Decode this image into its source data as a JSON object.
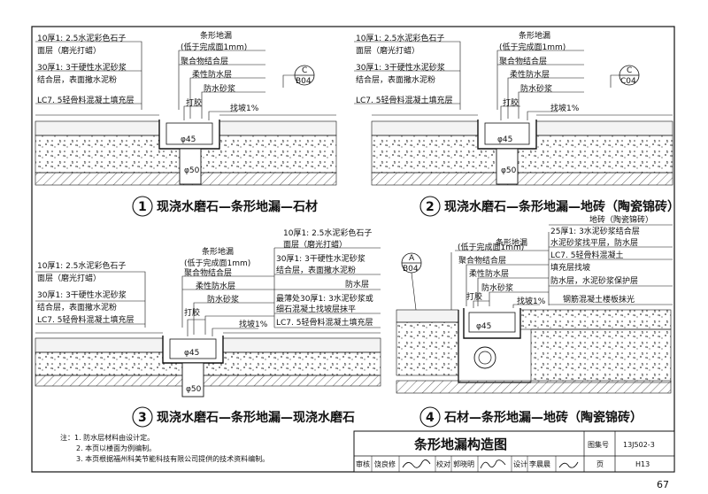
{
  "details": [
    {
      "number": "1",
      "title": "现浇水磨石—条形地漏—石材",
      "drain": {
        "name": "条形地漏",
        "note": "(低于完成面1mm)"
      },
      "left_layers": [
        "10厚1: 2.5水泥彩色石子",
        "面层（磨光打蜡）",
        "30厚1: 3干硬性水泥砂浆",
        "结合层，表面撒水泥粉",
        "LC7. 5轻骨料混凝土填充层"
      ],
      "right_layers": [
        "聚合物结合层",
        "柔性防水层",
        "防水砂浆"
      ],
      "glue": "打胶",
      "slope": "找坡1%",
      "ref": {
        "top": "C",
        "bottom": "B04"
      },
      "dim_top": "φ45",
      "dim_bottom": "φ50"
    },
    {
      "number": "2",
      "title": "现浇水磨石—条形地漏—地砖（陶瓷锦砖）",
      "drain": {
        "name": "条形地漏",
        "note": "(低于完成面1mm)"
      },
      "left_layers": [
        "10厚1: 2.5水泥彩色石子",
        "面层（磨光打蜡）",
        "30厚1: 3干硬性水泥砂浆",
        "结合层，表面撒水泥粉",
        "LC7. 5轻骨料混凝土填充层"
      ],
      "right_layers": [
        "聚合物结合层",
        "柔性防水层",
        "防水砂浆"
      ],
      "glue": "打胶",
      "slope": "找坡1%",
      "ref": {
        "top": "C",
        "bottom": "C04"
      },
      "dim_top": "φ45",
      "dim_bottom": "φ50"
    },
    {
      "number": "3",
      "title": "现浇水磨石—条形地漏—现浇水磨石",
      "drain": {
        "name": "条形地漏",
        "note": "(低于完成面1mm)"
      },
      "left_layers": [
        "10厚1: 2.5水泥彩色石子",
        "面层（磨光打蜡）",
        "30厚1: 3干硬性水泥砂浆",
        "结合层，表面撒水泥粉",
        "LC7. 5轻骨料混凝土填充层"
      ],
      "right_layers": [
        "聚合物结合层",
        "柔性防水层",
        "防水砂浆"
      ],
      "right_stack": [
        "10厚1: 2.5水泥彩色石子",
        "面层（磨光打蜡）",
        "30厚1: 3干硬性水泥砂浆",
        "结合层，表面撒水泥粉",
        "防水层",
        "最薄处30厚1: 3水泥砂浆或",
        "细石混凝土找坡层抹平",
        "LC7. 5轻骨料混凝土填充层"
      ],
      "glue": "打胶",
      "slope": "找坡1%",
      "dim_top": "φ45",
      "dim_bottom": "φ50"
    },
    {
      "number": "4",
      "title": "石材—条形地漏—地砖（陶瓷锦砖）",
      "drain": {
        "name": "条形地漏",
        "note": "(低于完成面1mm)"
      },
      "left_layers": [
        "聚合物结合层",
        "柔性防水层",
        "防水砂浆"
      ],
      "right_stack": [
        "地砖（陶瓷锦砖）",
        "25厚1: 3水泥砂浆结合层",
        "水泥砂浆找平层，防水层",
        "LC7. 5轻骨料混凝土",
        "填充层找坡",
        "防水层，水泥砂浆保护层",
        "钢筋混凝土楼板抹光"
      ],
      "glue": "打胶",
      "slope": "找坡1%",
      "ref": {
        "top": "A",
        "bottom": "B04"
      },
      "dim_top": "φ45"
    }
  ],
  "notes": [
    "注：1. 防水层材料由设计定。",
    "2. 本页以楼面为例编制。",
    "3. 本页根据福州科美节能科技有限公司提供的技术资料编制。"
  ],
  "title_block": {
    "title": "条形地漏构造图",
    "atlas_label": "图集号",
    "atlas_no": "13J502-3",
    "review_label": "审核",
    "review_name": "饶良修",
    "check_label": "校对",
    "check_name": "郭晓明",
    "design_label": "设计",
    "design_name": "李晨晨",
    "page_label": "页",
    "page_code": "H13"
  },
  "page_number": "67"
}
